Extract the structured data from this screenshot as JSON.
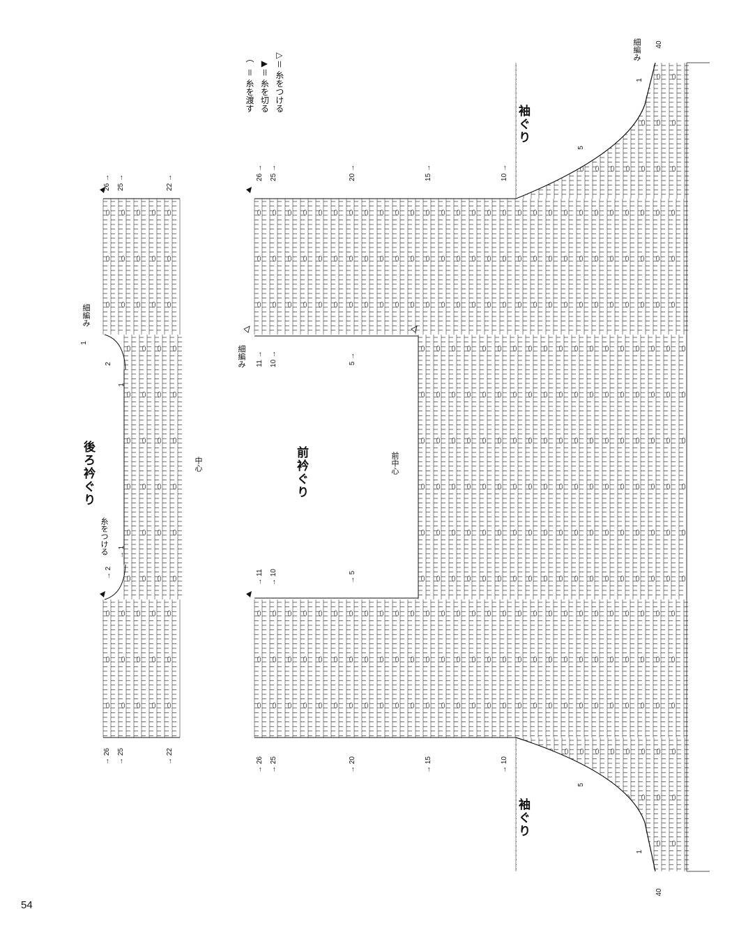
{
  "page_number": "54",
  "legend": [
    {
      "symbol": "▷",
      "text": "＝ 糸をつける",
      "icon": "join-yarn-icon"
    },
    {
      "symbol": "▶",
      "text": "＝ 糸を切る",
      "icon": "cut-yarn-icon"
    },
    {
      "symbol": "⌒",
      "text": "＝ 糸を渡す",
      "icon": "carry-yarn-icon"
    }
  ],
  "labels": {
    "back_neckline": "後ろ衿ぐり",
    "front_neckline": "前衿ぐり",
    "armhole_top": "袖ぐり",
    "armhole_bottom": "袖ぐり",
    "center": "中心",
    "front_center": "前中心",
    "single_crochet_1": "細編み",
    "single_crochet_2": "細編み",
    "single_crochet_3": "細編み",
    "attach_yarn": "糸をつける"
  },
  "row_numbers": {
    "back_top": [
      "26",
      "25",
      "22"
    ],
    "back_bottom": [
      "26",
      "25",
      "22"
    ],
    "front_top": [
      "26",
      "25",
      "20",
      "15",
      "10"
    ],
    "front_bottom": [
      "26",
      "25",
      "20",
      "15",
      "10"
    ],
    "front_neck_top": [
      "11",
      "10",
      "5"
    ],
    "front_neck_bottom": [
      "11",
      "10",
      "5"
    ],
    "back_neck_top": [
      "1",
      "2",
      "1"
    ],
    "back_neck_bottom": [
      "2",
      "1"
    ],
    "armhole_top": [
      "5",
      "1",
      "40"
    ],
    "armhole_bottom": [
      "5",
      "1",
      "40"
    ]
  },
  "colors": {
    "ink": "#111111",
    "background": "#ffffff"
  }
}
